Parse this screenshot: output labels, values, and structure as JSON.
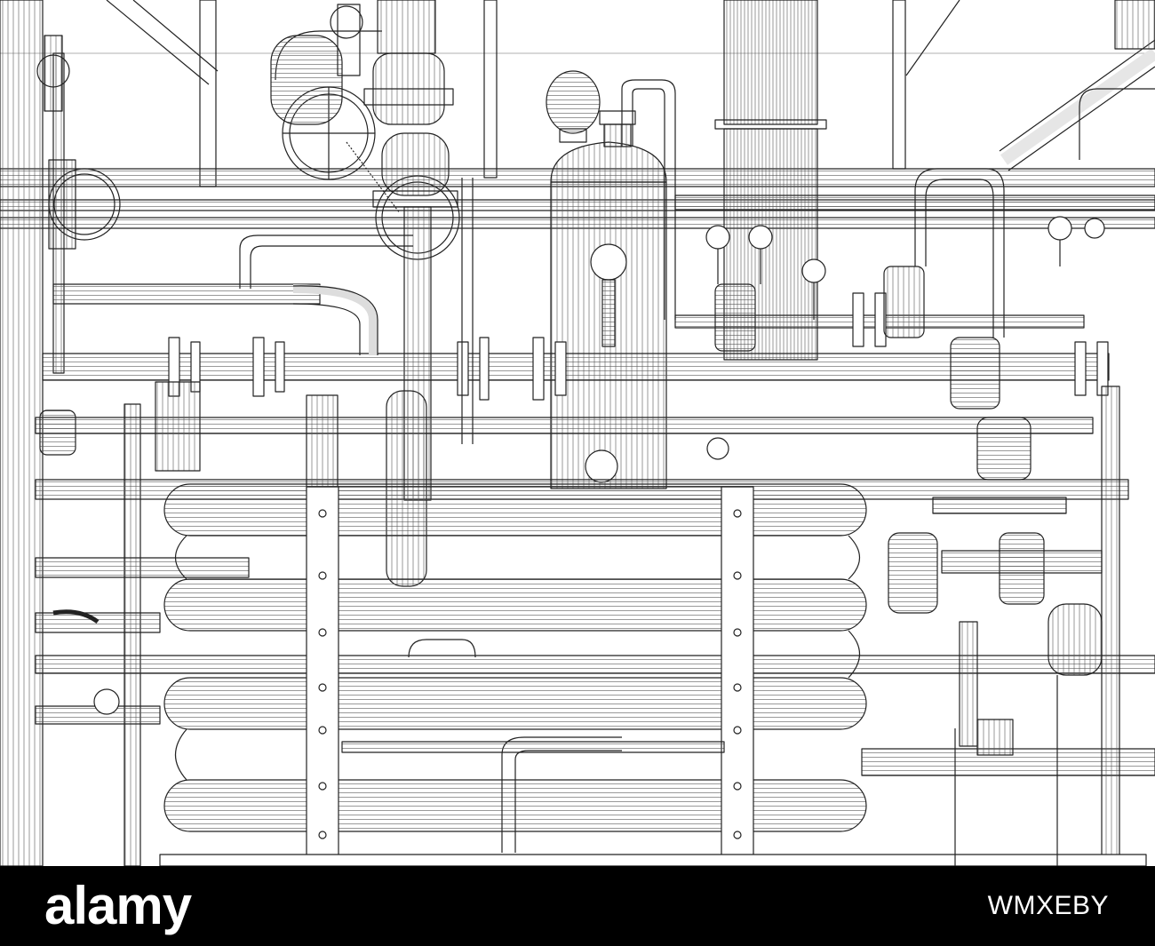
{
  "stock_bar": {
    "brand": "alamy",
    "image_id": "WMXEBY",
    "background": "#000000",
    "text_color": "#ffffff"
  },
  "drawing": {
    "stroke_color": "#222222",
    "paper_color": "#ffffff",
    "icons": [
      "pipe-network",
      "valve-handwheel",
      "pressure-gauge",
      "vertical-vessel",
      "heat-exchanger-tubes"
    ]
  }
}
